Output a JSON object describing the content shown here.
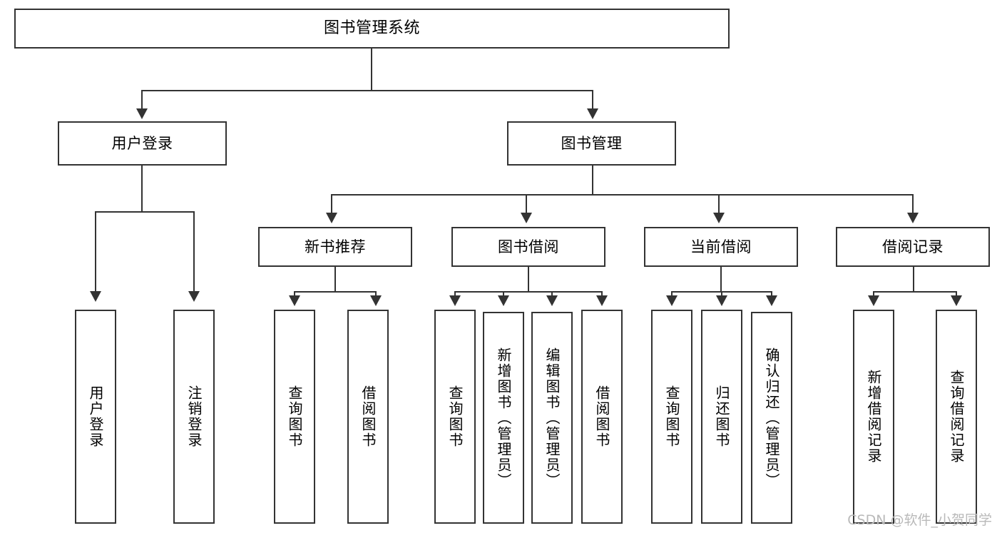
{
  "diagram": {
    "title": "图书管理系统",
    "type": "功能结构图",
    "watermark": "CSDN @软件_小贺同学"
  },
  "nodes": {
    "root": {
      "label": "图书管理系统"
    },
    "level1": [
      {
        "id": "user-login",
        "label": "用户登录"
      },
      {
        "id": "book-manage",
        "label": "图书管理"
      }
    ],
    "level2": [
      {
        "id": "new-book-recommend",
        "label": "新书推荐"
      },
      {
        "id": "book-borrow",
        "label": "图书借阅"
      },
      {
        "id": "current-borrow",
        "label": "当前借阅"
      },
      {
        "id": "borrow-record",
        "label": "借阅记录"
      }
    ],
    "leaves": {
      "user_login": [
        {
          "id": "leaf-user-login",
          "label": "用户登录"
        },
        {
          "id": "leaf-logout",
          "label": "注销登录"
        }
      ],
      "new_book_recommend": [
        {
          "id": "leaf-query-book-1",
          "label": "查询图书"
        },
        {
          "id": "leaf-borrow-book-1",
          "label": "借阅图书"
        }
      ],
      "book_borrow": [
        {
          "id": "leaf-query-book-2",
          "label": "查询图书"
        },
        {
          "id": "leaf-add-book",
          "label": "新增图书（管理员）"
        },
        {
          "id": "leaf-edit-book",
          "label": "编辑图书（管理员）"
        },
        {
          "id": "leaf-borrow-book-2",
          "label": "借阅图书"
        }
      ],
      "current_borrow": [
        {
          "id": "leaf-query-book-3",
          "label": "查询图书"
        },
        {
          "id": "leaf-return-book",
          "label": "归还图书"
        },
        {
          "id": "leaf-confirm-return",
          "label": "确认归还（管理员）"
        }
      ],
      "borrow_record": [
        {
          "id": "leaf-add-record",
          "label": "新增借阅记录"
        },
        {
          "id": "leaf-query-record",
          "label": "查询借阅记录"
        }
      ]
    }
  },
  "colors": {
    "stroke": "#333333",
    "fill": "#ffffff",
    "text": "#000000",
    "watermark": "#b9b9b9"
  }
}
